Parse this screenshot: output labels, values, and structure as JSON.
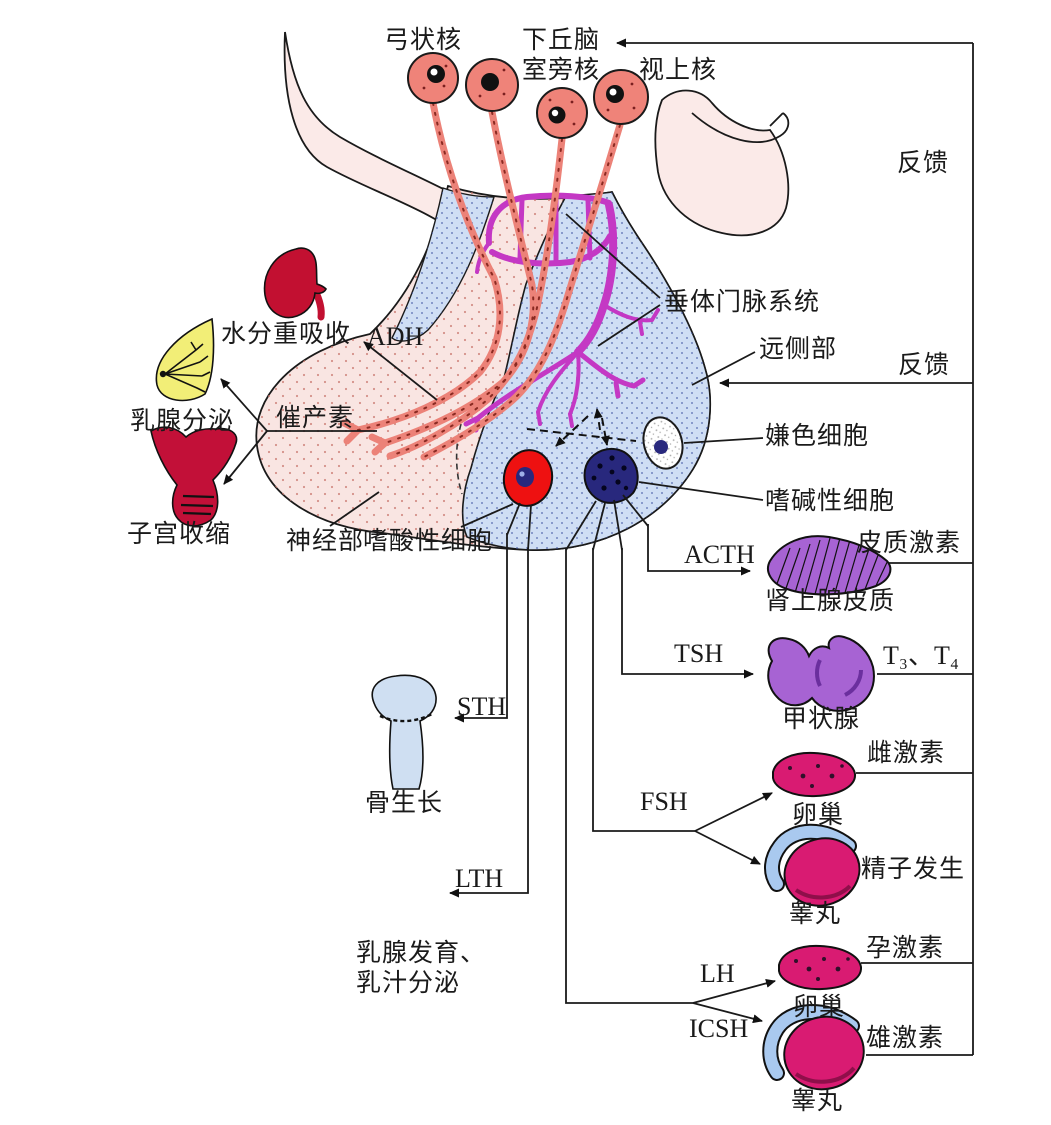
{
  "nuclei": {
    "arcuate": "弓状核",
    "hypothalamus": "下丘脑",
    "paraventricular": "室旁核",
    "supraoptic": "视上核"
  },
  "feedback": {
    "top": "反馈",
    "middle": "反馈"
  },
  "pituitary": {
    "portal_system": "垂体门脉系统",
    "pars_distalis": "远侧部",
    "chromophobe_cell": "嫌色细胞",
    "basophil_cell": "嗜碱性细胞",
    "pars_nervosa": "神经部",
    "acidophil_cell": "嗜酸性细胞"
  },
  "posterior": {
    "adh": "ADH",
    "water_reabsorption": "水分重吸收",
    "oxytocin": "催产素",
    "mammary_secretion": "乳腺分泌",
    "uterine_contraction": "子宫收缩"
  },
  "anterior": {
    "acth": "ACTH",
    "cortical_hormone": "皮质激素",
    "adrenal_cortex": "肾上腺皮质",
    "tsh": "TSH",
    "t3_t4": "T₃、T₄",
    "thyroid": "甲状腺",
    "sth": "STH",
    "bone_growth": "骨生长",
    "fsh": "FSH",
    "estrogen": "雌激素",
    "ovary_fsh": "卵巢",
    "spermatogenesis": "精子发生",
    "testis_fsh": "睾丸",
    "lth": "LTH",
    "mammary_development": "乳腺发育、",
    "milk_secretion": "乳汁分泌",
    "lh": "LH",
    "progesterone": "孕激素",
    "ovary_lh": "卵巢",
    "icsh": "ICSH",
    "androgen": "雄激素",
    "testis_icsh": "睾丸"
  },
  "colors": {
    "nerve_salmon": "#EC8278",
    "portal_magenta": "#C438C4",
    "pars_distalis_blue": "#CFDEF4",
    "neural_pink": "#F9E5E2",
    "brain_pink": "#FBEAE8",
    "acidophil_red": "#EE1111",
    "basophil_navy": "#28287D",
    "gland_yellow": "#F2EE77",
    "organ_crimson": "#C21031",
    "endocrine_purple": "#A763D3",
    "gonad_pink": "#D91B72",
    "epididymis_blue": "#A9C9EF",
    "line_black": "#1A1A1A"
  }
}
